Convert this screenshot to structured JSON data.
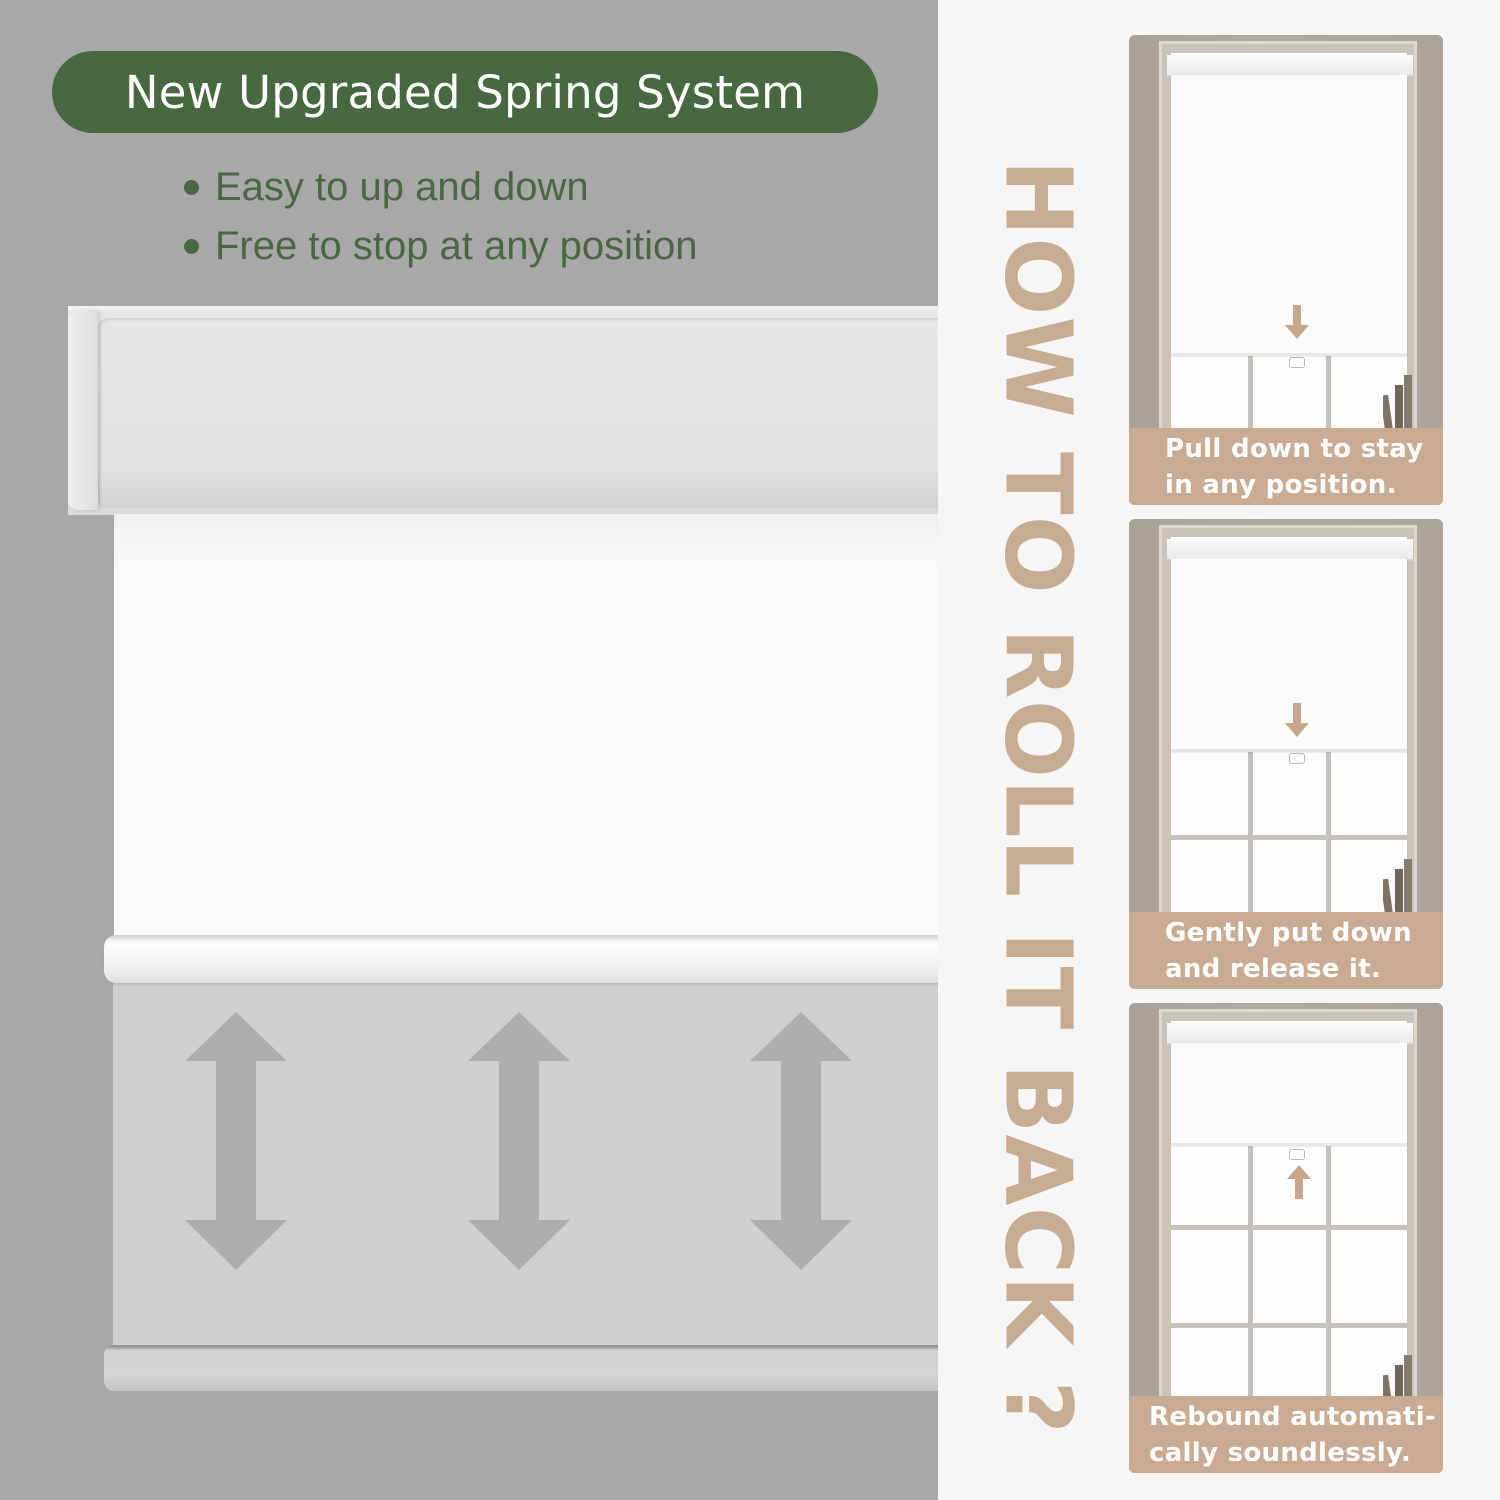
{
  "left_panel": {
    "headline": "New Upgraded Spring System",
    "features": [
      "Easy to up and down",
      "Free to stop at any position"
    ],
    "colors": {
      "background": "#a9a8a9",
      "headline_pill": "#476840",
      "feature_text": "#476840",
      "arrow_fill": "#aeaeae"
    },
    "illustration": {
      "arrows": [
        "up-down-arrow-icon",
        "up-down-arrow-icon",
        "up-down-arrow-icon"
      ]
    }
  },
  "right_panel": {
    "vertical_title": "HOW TO ROLL IT BACK ?",
    "colors": {
      "title": "#c8ac92",
      "caption_background": "#c8ab92",
      "caption_text": "#ffffff"
    },
    "steps": [
      {
        "caption_line1": "Pull down to stay",
        "caption_line2": "in any position.",
        "arrow": "down-arrow-icon"
      },
      {
        "caption_line1": "Gently put down",
        "caption_line2": "and release it.",
        "arrow": "down-arrow-icon"
      },
      {
        "caption_line1": "Rebound automati-",
        "caption_line2": "cally soundlessly.",
        "arrow": "up-arrow-icon"
      }
    ]
  }
}
